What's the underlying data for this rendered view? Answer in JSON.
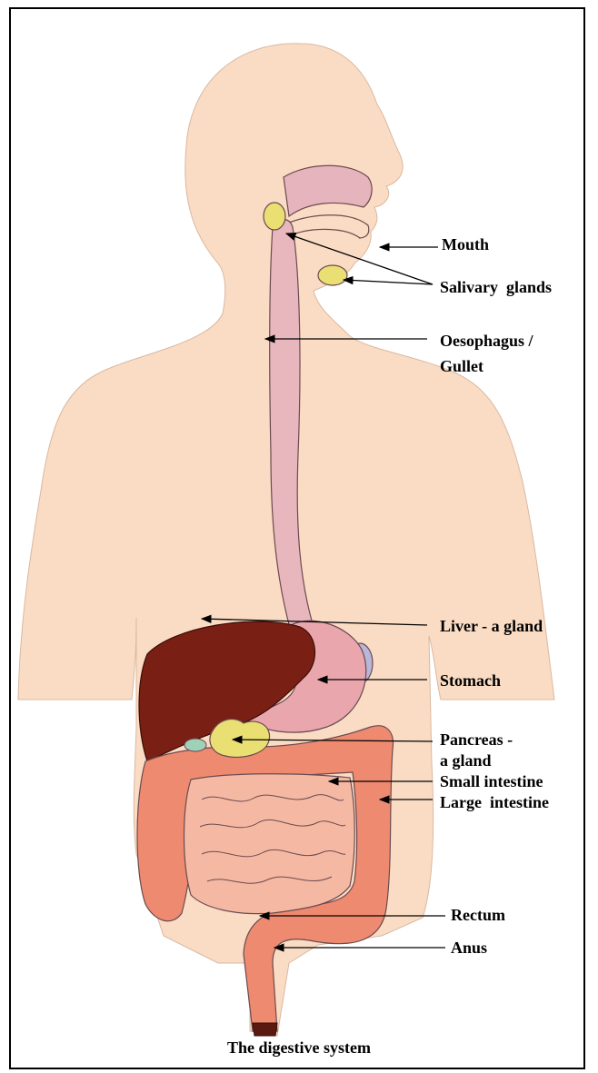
{
  "title": "The digestive system",
  "labels": {
    "mouth": "Mouth",
    "salivary_glands": "Salivary  glands",
    "oesophagus": "Oesophagus /",
    "gullet": "Gullet",
    "liver": "Liver - a gland",
    "stomach": "Stomach",
    "pancreas": "Pancreas -",
    "pancreas_sub": "a gland",
    "small_intestine": "Small intestine",
    "large_intestine": "Large  intestine",
    "rectum": "Rectum",
    "anus": "Anus"
  },
  "colors": {
    "skin": "#fadcc4",
    "liver": "#7a1f14",
    "stomach": "#e9a7ad",
    "oesophagus": "#e8b7be",
    "large_intestine": "#ee8a70",
    "small_intestine": "#f5b9a3",
    "gland": "#e9df73",
    "spleen": "#b8b6d9"
  }
}
